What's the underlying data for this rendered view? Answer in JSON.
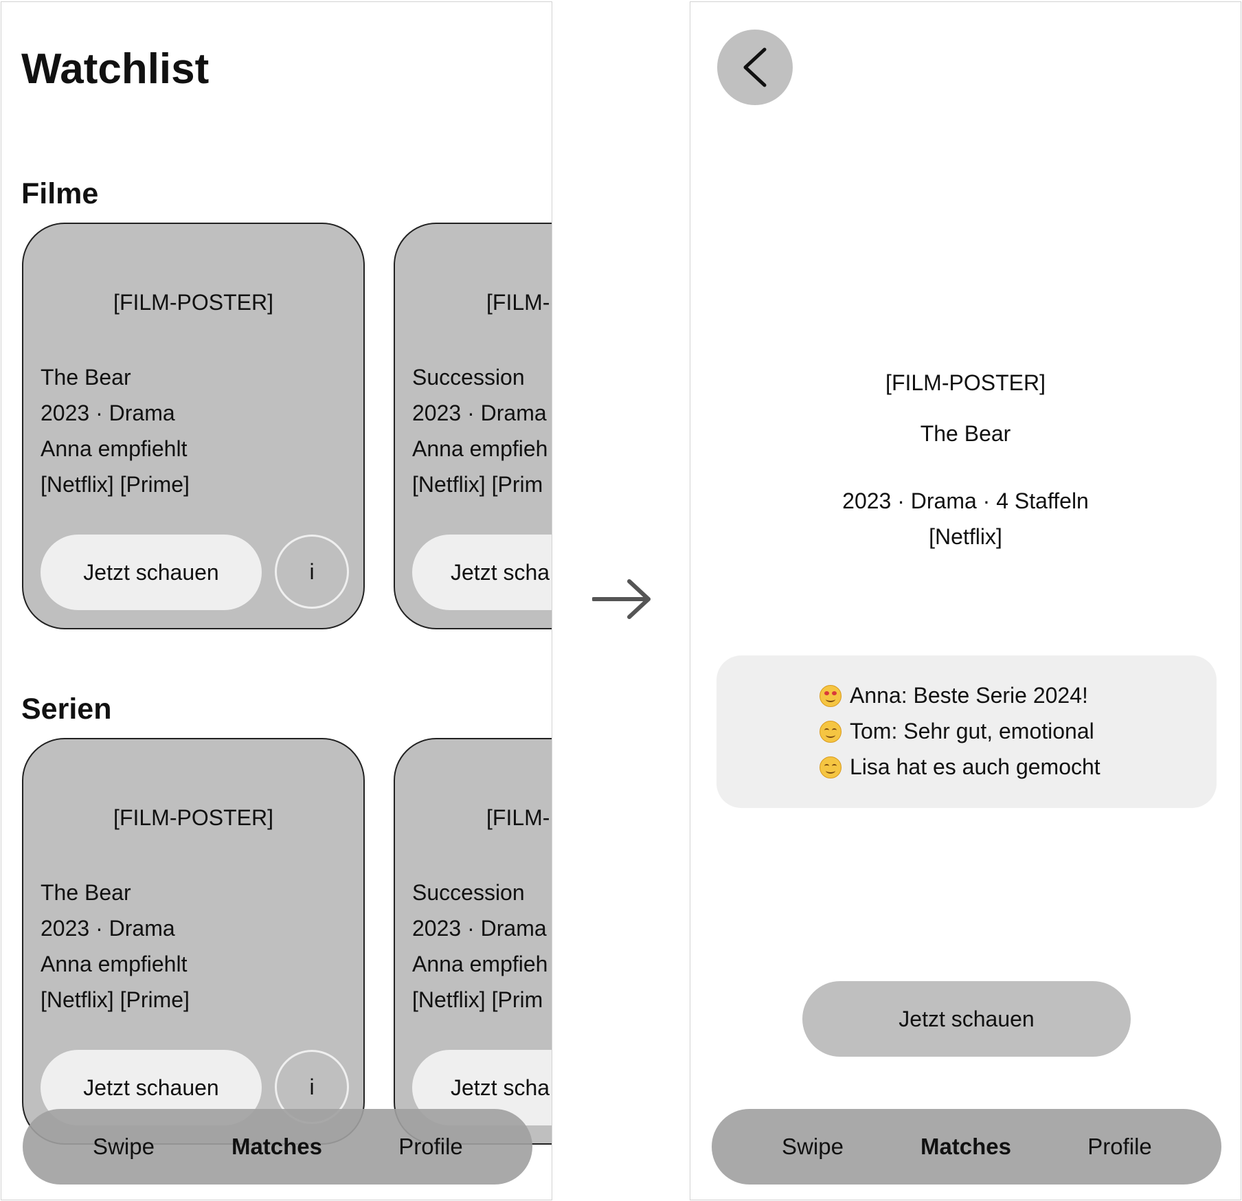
{
  "left_screen": {
    "title": "Watchlist",
    "sections": [
      {
        "title": "Filme",
        "cards": [
          {
            "poster": "[FILM-POSTER]",
            "title": "The Bear",
            "meta": "2023 · Drama",
            "recommendation": "Anna empfiehlt",
            "providers": "[Netflix] [Prime]",
            "button": "Jetzt schauen",
            "info": "i"
          },
          {
            "poster": "[FILM-",
            "title": "Succession",
            "meta": "2023 · Drama",
            "recommendation": "Anna empfieh",
            "providers": "[Netflix] [Prim",
            "button": "Jetzt scha"
          }
        ]
      },
      {
        "title": "Serien",
        "cards": [
          {
            "poster": "[FILM-POSTER]",
            "title": "The Bear",
            "meta": "2023 · Drama",
            "recommendation": "Anna empfiehlt",
            "providers": "[Netflix] [Prime]",
            "button": "Jetzt schauen",
            "info": "i"
          },
          {
            "poster": "[FILM-",
            "title": "Succession",
            "meta": "2023 · Drama",
            "recommendation": "Anna empfieh",
            "providers": "[Netflix] [Prim",
            "button": "Jetzt scha"
          }
        ]
      }
    ],
    "nav": {
      "items": [
        "Swipe",
        "Matches",
        "Profile"
      ],
      "active": "Matches"
    }
  },
  "right_screen": {
    "back_icon": "chevron-left-icon",
    "poster": "[FILM-POSTER]",
    "title": "The Bear",
    "meta": "2023 · Drama · 4 Staffeln",
    "provider": "[Netflix]",
    "reviews": [
      {
        "emoji": "heart-eyes-emoji-icon",
        "text": "Anna: Beste Serie 2024!"
      },
      {
        "emoji": "smiling-emoji-icon",
        "text": "Tom: Sehr gut, emotional"
      },
      {
        "emoji": "smiling-emoji-icon",
        "text": "Lisa hat es auch gemocht"
      }
    ],
    "button": "Jetzt schauen",
    "nav": {
      "items": [
        "Swipe",
        "Matches",
        "Profile"
      ],
      "active": "Matches"
    }
  },
  "transition_icon": "arrow-right-icon",
  "colors": {
    "card": "#bfbfbf",
    "button_light": "#efefef",
    "nav": "#a0a0a0",
    "text": "#111111"
  }
}
